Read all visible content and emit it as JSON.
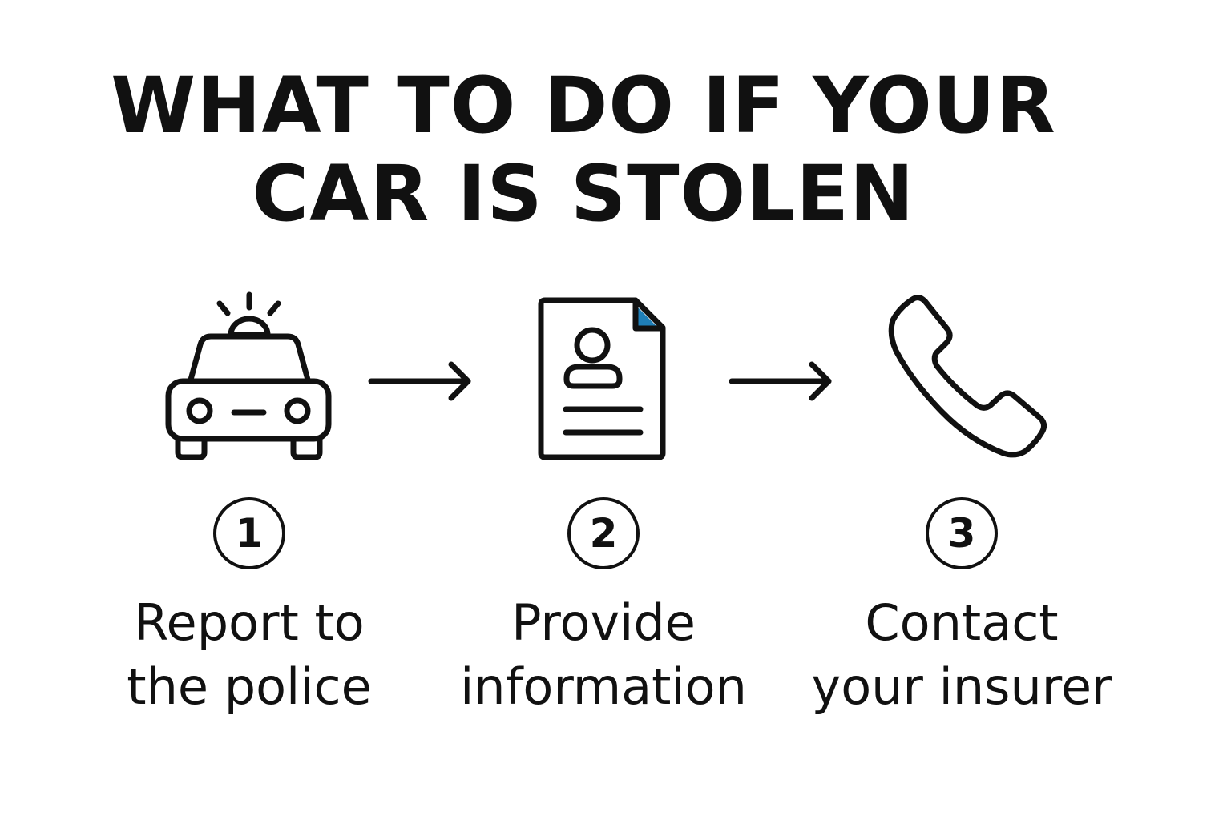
{
  "title": {
    "line1": "WHAT TO DO IF YOUR",
    "line2": "CAR IS STOLEN"
  },
  "steps": [
    {
      "number": "1",
      "label_line1": "Report to",
      "label_line2": "the police",
      "icon": "police-car-icon"
    },
    {
      "number": "2",
      "label_line1": "Provide",
      "label_line2": "information",
      "icon": "document-person-icon"
    },
    {
      "number": "3",
      "label_line1": "Contact",
      "label_line2": "your insurer",
      "icon": "phone-icon"
    }
  ],
  "colors": {
    "ink": "#111111",
    "accent": "#1f7fb8",
    "background": "#ffffff"
  }
}
